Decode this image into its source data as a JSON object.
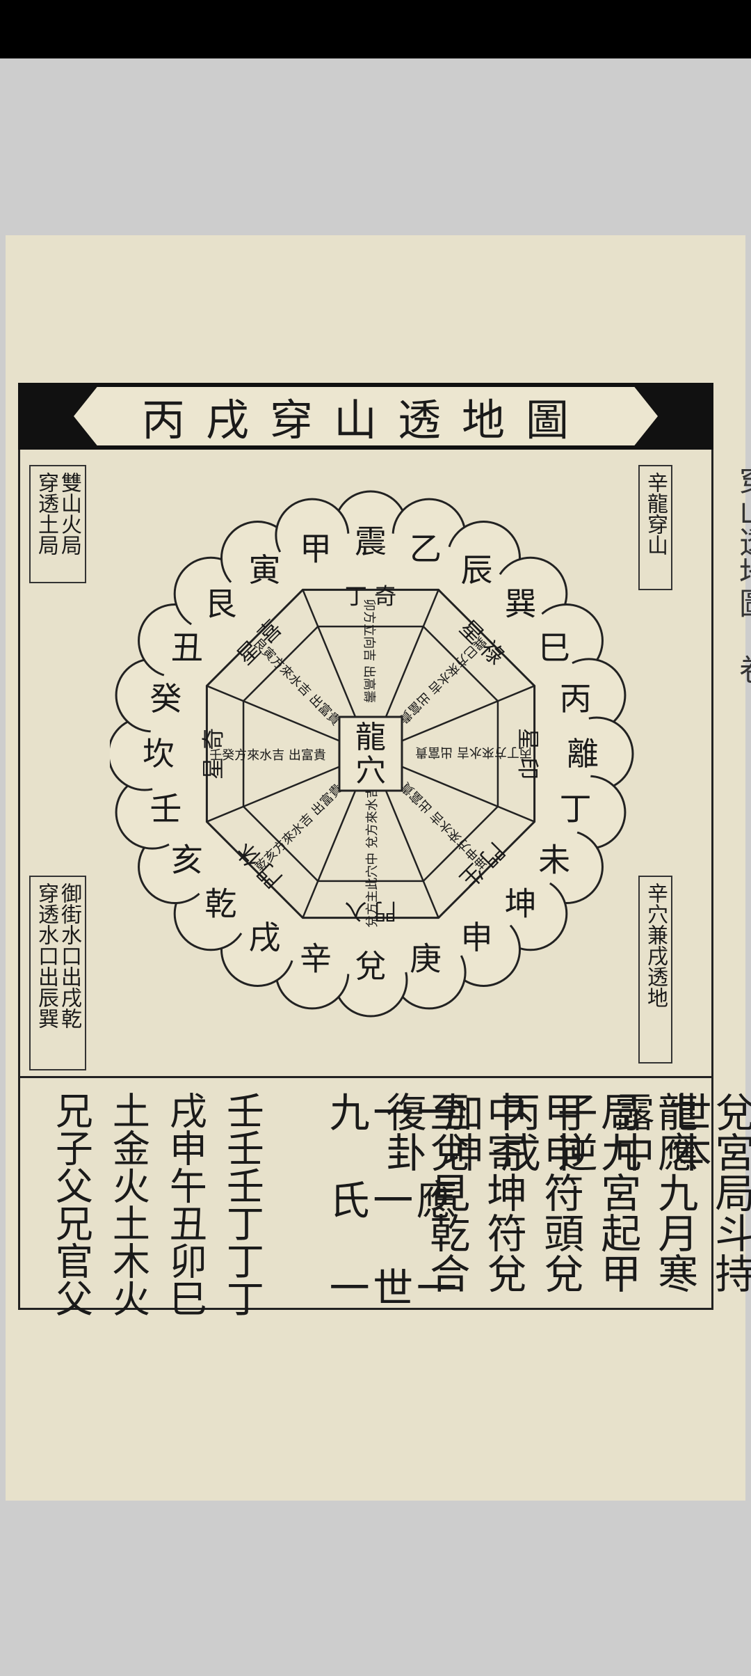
{
  "title": "丙戌穿山透地圖",
  "labels": {
    "top_left": "雙山火局 穿透土局",
    "top_right": "辛龍穿山",
    "bottom_left": "御街水口出戌乾 穿透水口出辰巽",
    "bottom_right": "辛穴兼戌透地"
  },
  "center": "龍穴",
  "ring": [
    "震",
    "乙",
    "辰",
    "巽",
    "巳",
    "丙",
    "離",
    "丁",
    "未",
    "坤",
    "申",
    "庚",
    "兌",
    "辛",
    "戌",
    "乾",
    "亥",
    "壬",
    "坎",
    "癸",
    "丑",
    "艮",
    "寅",
    "甲"
  ],
  "sectors": [
    {
      "outer": "丁 奇",
      "inner": "卯方立向吉 出高壽"
    },
    {
      "outer": "星 祿",
      "inner": "巽巳方來水吉 出富貴"
    },
    {
      "outer": "星 印",
      "inner": "丙丁方來水吉 出富貴"
    },
    {
      "outer": "門 生",
      "inner": "坤申方來水吉 出富貴"
    },
    {
      "outer": "門 入",
      "inner": "兌方主此穴中 兌方來水吉"
    },
    {
      "outer": "門 休",
      "inner": "乾亥方來水吉 出富貴"
    },
    {
      "outer": "星 奇",
      "inner": "壬癸方來水吉 出富貴"
    },
    {
      "outer": "星 喜",
      "inner": "艮寅方來水吉 出富貴"
    }
  ],
  "text_columns": [
    "兌宮局斗持世本",
    "龍應九月寒露中",
    "局九宮起甲子逆",
    "甲申符頭兌丙戌",
    "中寄坤符兌加坤",
    "至兌見乾合復卦",
    "一 應 一 一 一 世 九 氏 一"
  ],
  "table_rows": [
    "壬壬壬丁丁丁",
    "戌申午丑卯巳",
    "土金火土木火",
    "兄子父兄官父"
  ],
  "edge_text": "穿山透地圖 卷"
}
